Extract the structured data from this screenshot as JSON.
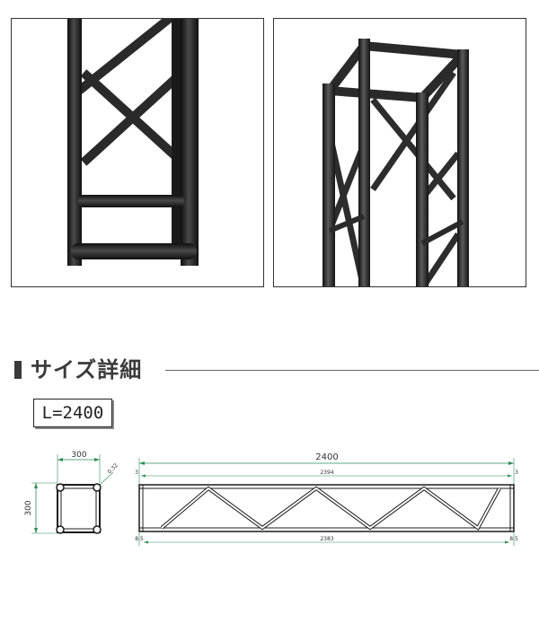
{
  "section": {
    "title": "サイズ詳細"
  },
  "length_label": "L=2400",
  "drawing": {
    "cross_section": {
      "width_label": "300",
      "height_label": "300",
      "tube_label": "0.32"
    },
    "side_view": {
      "overall_label": "2400",
      "inner_label": "2394",
      "lower_label": "2383",
      "end_small_label": "3",
      "end_margin_label": "8.5"
    }
  },
  "colors": {
    "truss": "#1c1c1c",
    "dimension": "#2e8b57",
    "heading": "#3a3a3a"
  },
  "icons": {
    "heading_marker": "heading-bar-icon"
  }
}
